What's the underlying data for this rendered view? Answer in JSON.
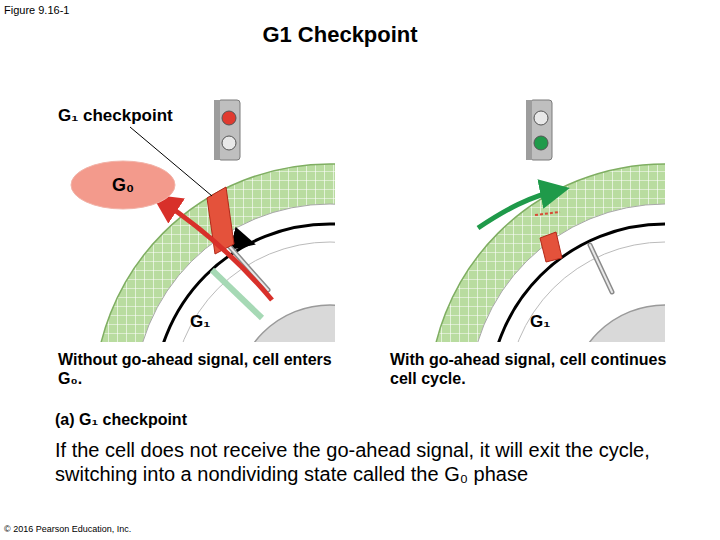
{
  "diagram": {
    "title": "G1 Checkpoint",
    "caption": "If the cell does not receive the go-ahead signal, it will exit the cycle, switching into a nondividing state called the G₀ phase",
    "nodes": [
      {
        "text": [
          "G₀"
        ]
      }
    ],
    "labels": [
      "Figure 9.16-1",
      "G₁ checkpoint",
      "G₁",
      "Without go-ahead signal, cell enters G₀.",
      "G₁",
      "With go-ahead signal, cell continues cell cycle.",
      "(a) G₁ checkpoint",
      "© 2016 Pearson Education, Inc."
    ]
  }
}
